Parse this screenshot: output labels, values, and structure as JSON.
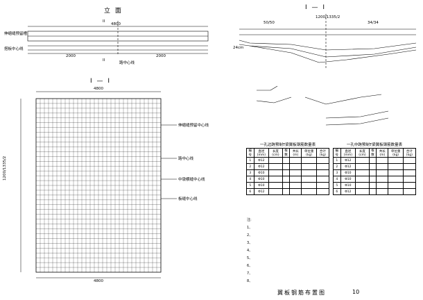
{
  "elevation_title": "立 面",
  "plan_title": "I — I",
  "section_title": "I — I",
  "elevation_labels": {
    "left_upper": "伸缩缝预留槽",
    "left_lower": "搭板中心线",
    "bottom_left": "2000",
    "bottom_right": "2000",
    "center": "路中心线",
    "top_dim": "4800",
    "marker_top": "II",
    "marker_bottom": "II"
  },
  "plan_labels": {
    "top_dim": "4800",
    "bottom_dim": "4800",
    "right_1": "伸缩缝预留中心线",
    "right_2": "路中心线",
    "right_3": "中墩横缝中心线",
    "right_4": "板缝中心线",
    "left_dim": "1200/1335/2"
  },
  "section_labels": {
    "top": "1200/1335/2",
    "dim_a": "50/50",
    "dim_b": "34/34",
    "left": "24cm"
  },
  "table_left": {
    "caption": "一孔边跨预制T梁翼板钢筋数量表",
    "headers": [
      "编号",
      "直径(mm)",
      "长度(cm)",
      "根数",
      "共长(m)",
      "单位重(kg)",
      "合计(kg)"
    ],
    "rows": [
      {
        "no": "1",
        "dia": "Φ12",
        "len": "",
        "count": "",
        "total": "",
        "unit": "",
        "sum": ""
      },
      {
        "no": "2",
        "dia": "Φ12",
        "len": "",
        "count": "",
        "total": "",
        "unit": "",
        "sum": ""
      },
      {
        "no": "3",
        "dia": "Φ10",
        "len": "",
        "count": "",
        "total": "",
        "unit": "",
        "sum": ""
      },
      {
        "no": "4",
        "dia": "Φ10",
        "len": "",
        "count": "",
        "total": "",
        "unit": "",
        "sum": ""
      },
      {
        "no": "5",
        "dia": "Φ10",
        "len": "",
        "count": "",
        "total": "",
        "unit": "",
        "sum": ""
      },
      {
        "no": "6",
        "dia": "Φ12",
        "len": "",
        "count": "",
        "total": "",
        "unit": "",
        "sum": ""
      }
    ]
  },
  "table_right": {
    "caption": "一孔中跨预制T梁翼板钢筋数量表",
    "headers": [
      "编号",
      "直径(mm)",
      "长度(cm)",
      "根数",
      "共长(m)",
      "单位重(kg)",
      "合计(kg)"
    ],
    "rows": [
      {
        "no": "1",
        "dia": "Φ12",
        "len": "",
        "count": "",
        "total": "",
        "unit": "",
        "sum": ""
      },
      {
        "no": "2",
        "dia": "Φ12",
        "len": "",
        "count": "",
        "total": "",
        "unit": "",
        "sum": ""
      },
      {
        "no": "3",
        "dia": "Φ10",
        "len": "",
        "count": "",
        "total": "",
        "unit": "",
        "sum": ""
      },
      {
        "no": "4",
        "dia": "Φ10",
        "len": "",
        "count": "",
        "total": "",
        "unit": "",
        "sum": ""
      },
      {
        "no": "5",
        "dia": "Φ10",
        "len": "",
        "count": "",
        "total": "",
        "unit": "",
        "sum": ""
      },
      {
        "no": "6",
        "dia": "Φ12",
        "len": "",
        "count": "",
        "total": "",
        "unit": "",
        "sum": ""
      }
    ]
  },
  "notes_title": "注:",
  "notes": [
    "1、",
    "2、",
    "3、",
    "4、",
    "5、",
    "6、",
    "7、",
    "8、"
  ],
  "footer_title": "翼板钢筋布置图",
  "footer_page": "10"
}
